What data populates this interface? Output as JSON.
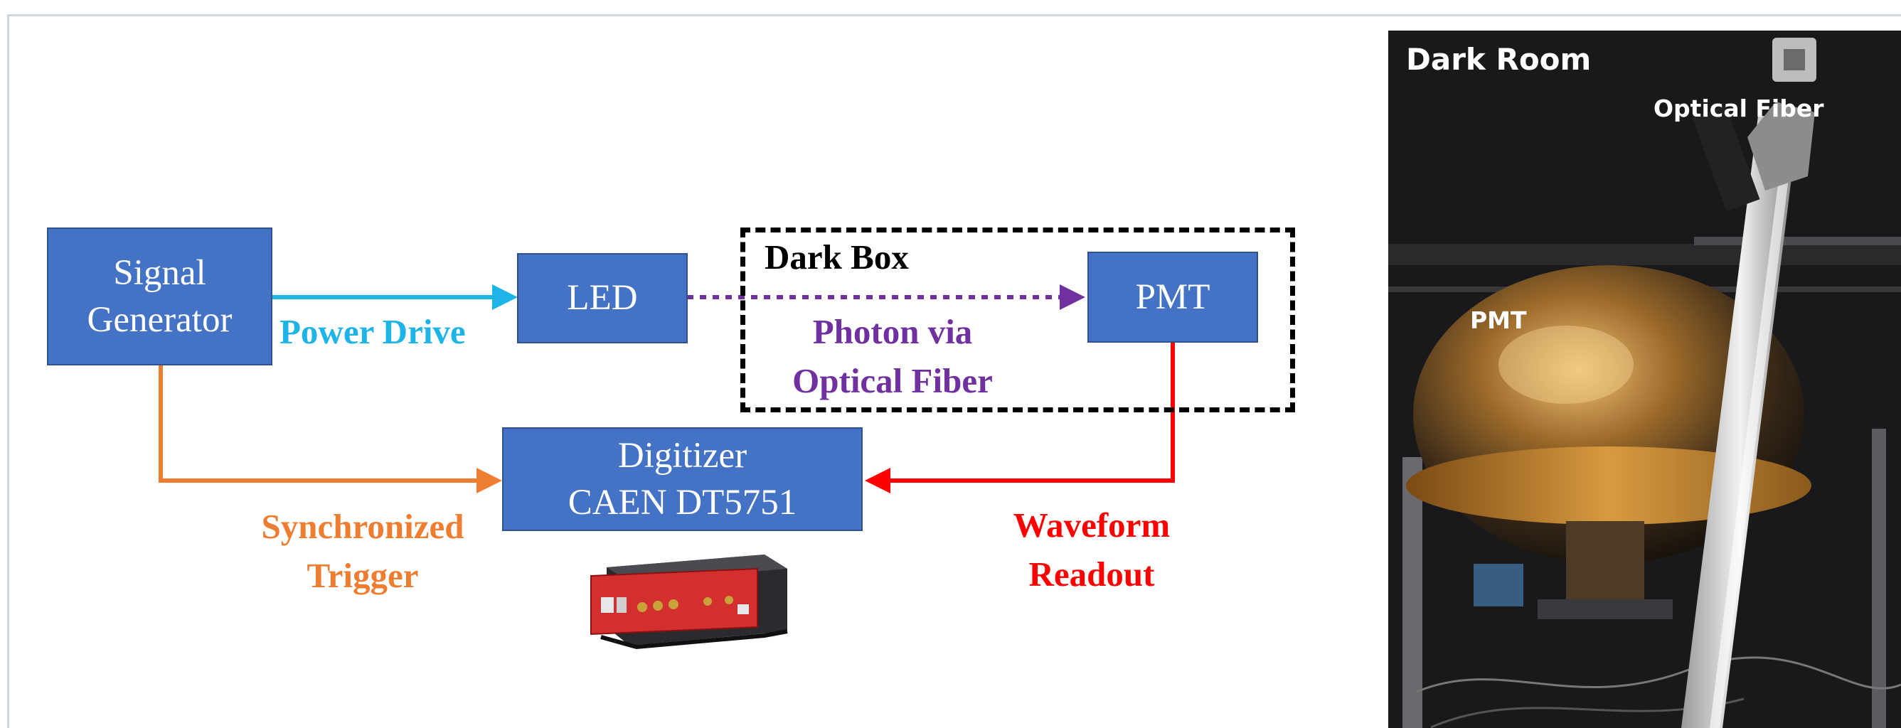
{
  "diagram": {
    "signal_generator": [
      "Signal",
      "Generator"
    ],
    "led": "LED",
    "pmt": "PMT",
    "dark_box": "Dark Box",
    "digitizer": [
      "Digitizer",
      "CAEN DT5751"
    ],
    "power_drive": "Power Drive",
    "photon_label": [
      "Photon via",
      "Optical Fiber"
    ],
    "sync_trigger": [
      "Synchronized",
      "Trigger"
    ],
    "waveform_readout": [
      "Waveform",
      "Readout"
    ]
  },
  "photo": {
    "dark_room": "Dark Room",
    "optical_fiber": "Optical Fiber",
    "pmt": "PMT"
  },
  "colors": {
    "box_fill": "#4472c4",
    "power_drive": "#1fb4e8",
    "photon": "#7030a0",
    "trigger": "#ed7d31",
    "readout": "#ff0000"
  }
}
